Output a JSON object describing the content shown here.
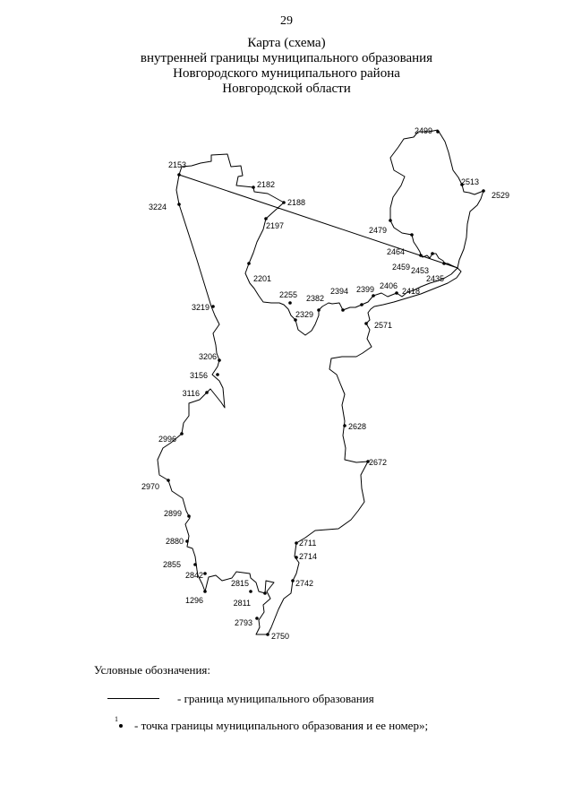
{
  "page_number": "29",
  "title_lines": [
    "Карта (схема)",
    "внутренней границы муниципального образования",
    "Новгородского муниципального района",
    "Новгородской области"
  ],
  "points": [
    "2499",
    "2153",
    "2182",
    "2188",
    "3224",
    "2197",
    "2513",
    "2529",
    "2479",
    "2464",
    "2459",
    "2453",
    "2435",
    "2201",
    "2255",
    "2382",
    "2394",
    "2399",
    "2406",
    "2418",
    "2329",
    "3219",
    "2571",
    "3206",
    "3156",
    "3116",
    "2628",
    "2996",
    "2672",
    "2970",
    "2899",
    "2880",
    "2711",
    "2714",
    "2855",
    "2842",
    "2742",
    "2815",
    "1296",
    "2811",
    "2793",
    "2750"
  ],
  "legend": {
    "title": "Условные обозначения:",
    "line_text": "- граница муниципального образования",
    "point_number": "1",
    "point_text": "- точка границы муниципального образования и ее номер»;"
  }
}
